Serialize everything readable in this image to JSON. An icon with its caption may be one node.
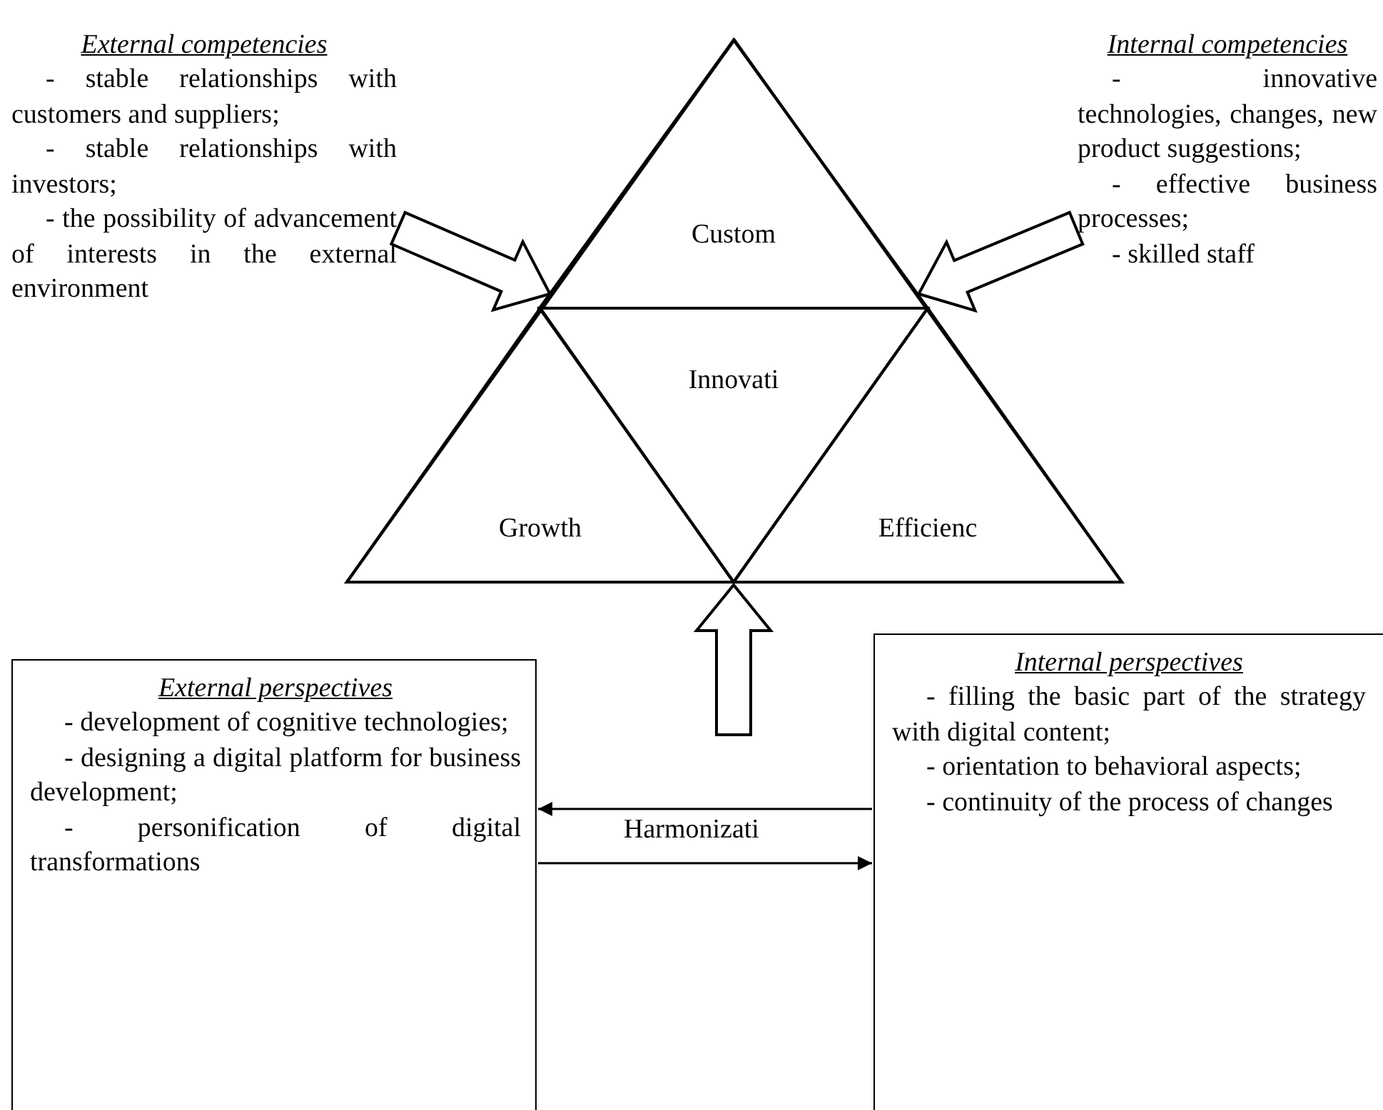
{
  "diagram": {
    "nodes": [
      {
        "text": [
          "External competencies",
          "- stable relationships with customers and suppliers;",
          "- stable relationships with investors;",
          "- the possibility of advancement of interests in the external environment"
        ]
      },
      {
        "text": [],
        "shape": "triangle"
      },
      {
        "text": [
          "Custom"
        ],
        "in": 1
      },
      {
        "text": [
          "Internal competencies",
          "- innovative technologies, changes, new product suggestions;",
          "- effective business processes;",
          "- skilled staff"
        ]
      },
      {
        "text": [
          "Innovati"
        ],
        "in": 1
      },
      {
        "text": [
          "Growth"
        ],
        "in": 1
      },
      {
        "text": [
          "Efficienc"
        ],
        "in": 1
      },
      {
        "text": [
          "External perspectives",
          "- development of cognitive technologies;",
          "- designing a digital platform for business development;",
          "- personification of digital transformations"
        ]
      },
      {
        "text": [
          "Internal perspectives",
          "- filling the basic part of the strategy with digital content;",
          "- orientation to behavioral aspects;",
          "- continuity of the process of changes"
        ]
      }
    ],
    "edges": [
      {
        "from": 0,
        "to": 1,
        "arrow": "to",
        "style": "thick"
      },
      {
        "from": 3,
        "to": 1,
        "arrow": "to",
        "style": "thick"
      },
      {
        "from": null,
        "to": 1,
        "arrow": "to",
        "style": "thick"
      },
      {
        "from": 8,
        "to": 7,
        "arrow": "to"
      },
      {
        "from": 7,
        "to": 8,
        "arrow": "to"
      }
    ],
    "labels": [
      "Harmonizati"
    ]
  }
}
